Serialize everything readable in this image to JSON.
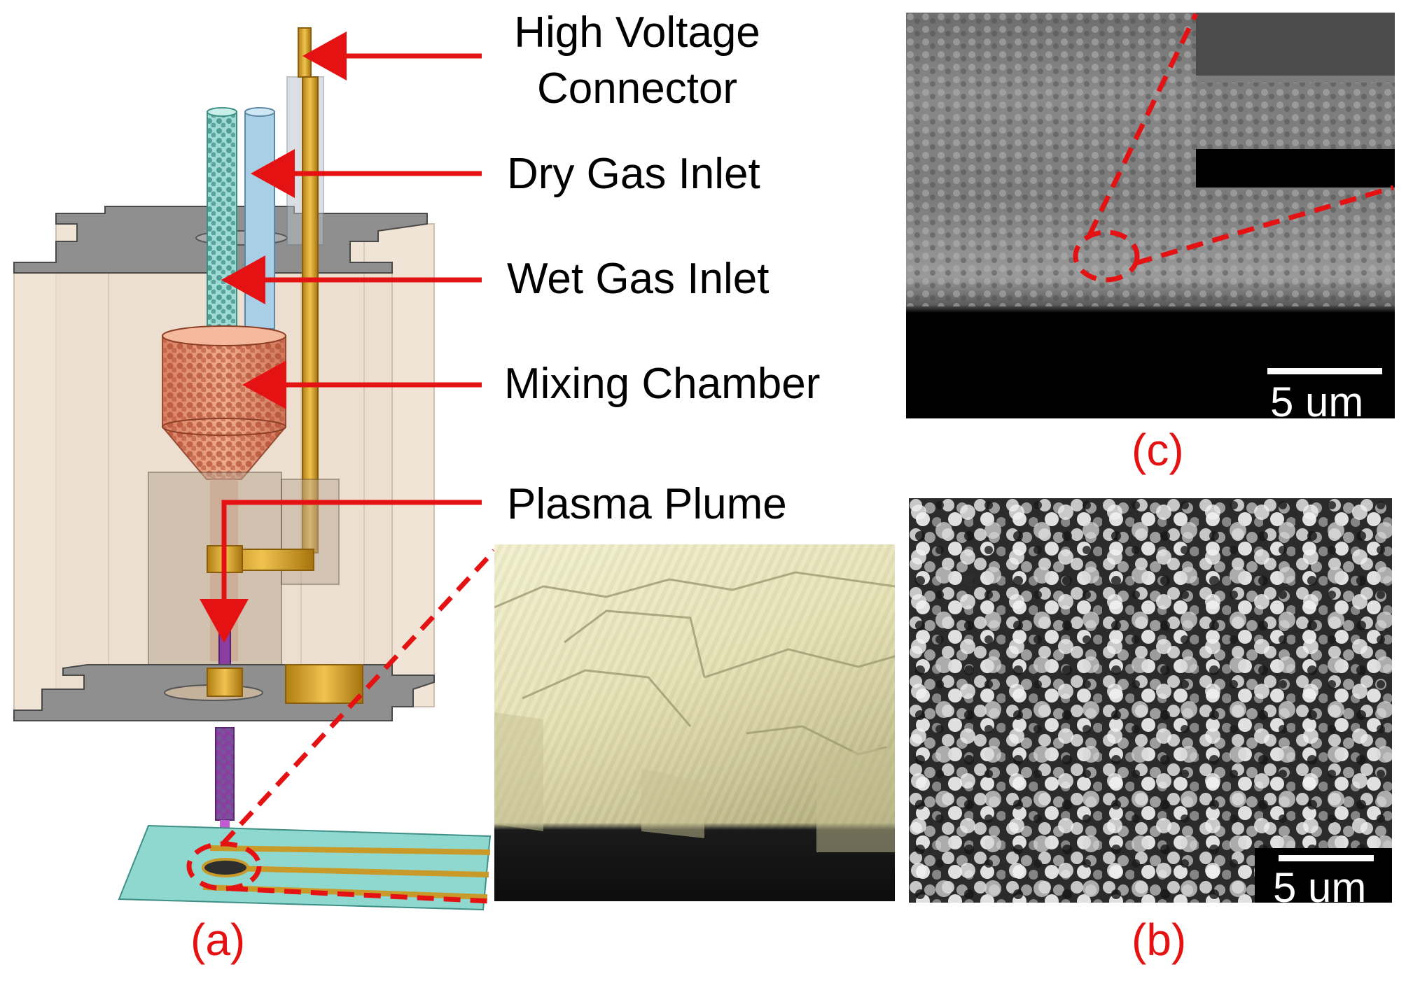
{
  "labels": {
    "high_voltage_line1": "High Voltage",
    "high_voltage_line2": "Connector",
    "dry_gas": "Dry Gas Inlet",
    "wet_gas": "Wet Gas Inlet",
    "mixing": "Mixing Chamber",
    "plasma": "Plasma Plume"
  },
  "panels": {
    "a": "(a)",
    "b": "(b)",
    "c": "(c)"
  },
  "scalebars": {
    "c": "5 um",
    "b": "5 um"
  },
  "colors": {
    "arrow": "#e41212",
    "copper": "#d6a42a",
    "teal_tube": "#9edbd4",
    "blue_tube": "#a9cfe6",
    "chamber": "#e08a63",
    "housing": "#eadccc",
    "plate": "#8e8e8e",
    "plume": "#8a3fa0",
    "substrate": "#8fd8d0"
  }
}
